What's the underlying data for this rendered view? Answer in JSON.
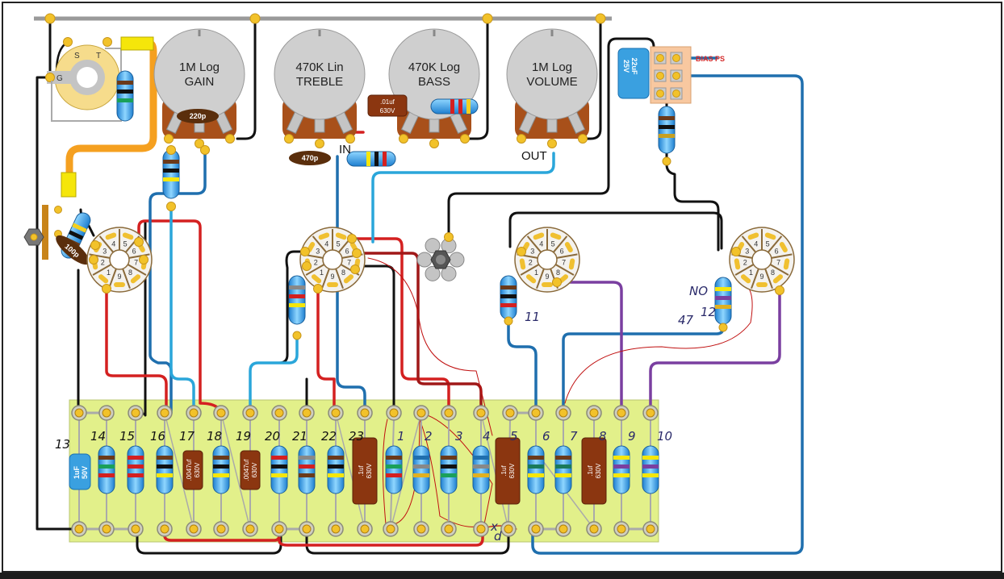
{
  "diagram": {
    "title": "Amplifier turret board wiring layout",
    "pots": [
      {
        "id": "gain",
        "value": "1M Log",
        "name": "GAIN"
      },
      {
        "id": "treble",
        "value": "470K Lin",
        "name": "TREBLE"
      },
      {
        "id": "bass",
        "value": "470K Log",
        "name": "BASS"
      },
      {
        "id": "volume",
        "value": "1M Log",
        "name": "VOLUME"
      }
    ],
    "input_jack": {
      "lugs": [
        "S",
        "T",
        "G"
      ]
    },
    "labels": {
      "in": "IN",
      "out": "OUT",
      "bias": "BIAS PS"
    },
    "caps": {
      "gain_cap": "220p",
      "treble_cap": "470p",
      "tone_cap": {
        "value": ".01uf",
        "voltage": "630V"
      },
      "input_cap": "100p",
      "bias_cap": {
        "value": "22uF",
        "voltage": "25V"
      },
      "board_elec": {
        "value": "1uF",
        "voltage": "50V"
      },
      "film_17": {
        "value": ".0047uf",
        "voltage": "630V"
      },
      "film_19": {
        "value": ".0047uf",
        "voltage": "630V"
      },
      "film_23": {
        "value": ".1uf",
        "voltage": "630V"
      },
      "film_5": {
        "value": ".1uf",
        "voltage": "630V"
      },
      "film_8": {
        "value": ".1uf",
        "voltage": "630V"
      }
    },
    "tube_pins": [
      "1",
      "2",
      "3",
      "4",
      "5",
      "6",
      "7",
      "8",
      "9"
    ],
    "board_numbers": [
      "13",
      "14",
      "15",
      "16",
      "17",
      "18",
      "19",
      "20",
      "21",
      "22",
      "23",
      "1",
      "2",
      "3",
      "4",
      "5",
      "6",
      "7",
      "8",
      "9",
      "10"
    ],
    "annotations": {
      "r11": "11",
      "r12": "12",
      "no": "NO",
      "fortyseven": "47",
      "x_note": "x",
      "d_note": "d"
    },
    "colors": {
      "board": "#e2f08a",
      "pot": "#cfcfcf",
      "pot_base": "#a8501a",
      "wire_red": "#d42020",
      "wire_blue": "#1f6fae",
      "wire_lightblue": "#2aa6da",
      "wire_black": "#111111",
      "wire_purple": "#7a3fa0",
      "wire_orange": "#f5a020",
      "ground_bus": "#9a9a9a",
      "solder": "#f2c22a",
      "film_cap": "#8b3610"
    }
  }
}
